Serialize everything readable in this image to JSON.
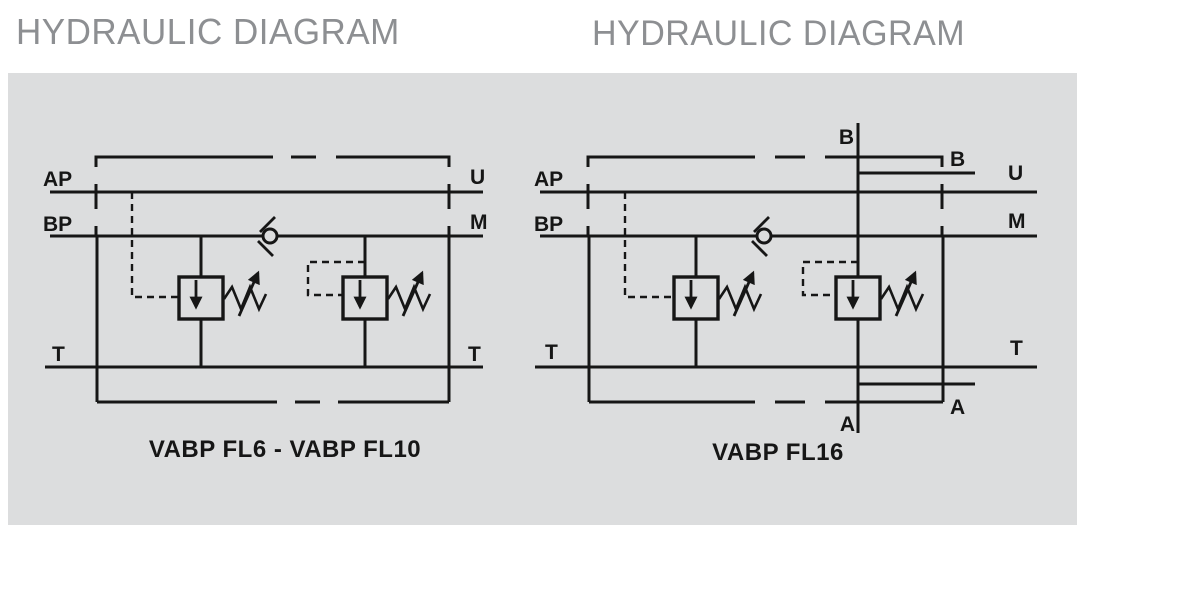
{
  "titles": {
    "left": "HYDRAULIC DIAGRAM",
    "right": "HYDRAULIC DIAGRAM"
  },
  "colors": {
    "background": "#ffffff",
    "panel": "#dcddde",
    "line": "#161616",
    "title_gray": "#8d8f92"
  },
  "diagram_left": {
    "caption": "VABP FL6 - VABP FL10",
    "ports": {
      "ap": "AP",
      "bp": "BP",
      "t_left": "T",
      "u": "U",
      "m": "M",
      "t_right": "T"
    }
  },
  "diagram_right": {
    "caption": "VABP FL16",
    "ports": {
      "ap": "AP",
      "bp": "BP",
      "t_left": "T",
      "u": "U",
      "m": "M",
      "t_right": "T",
      "b_top": "B",
      "b_side": "B",
      "a_bottom": "A",
      "a_side": "A"
    }
  }
}
